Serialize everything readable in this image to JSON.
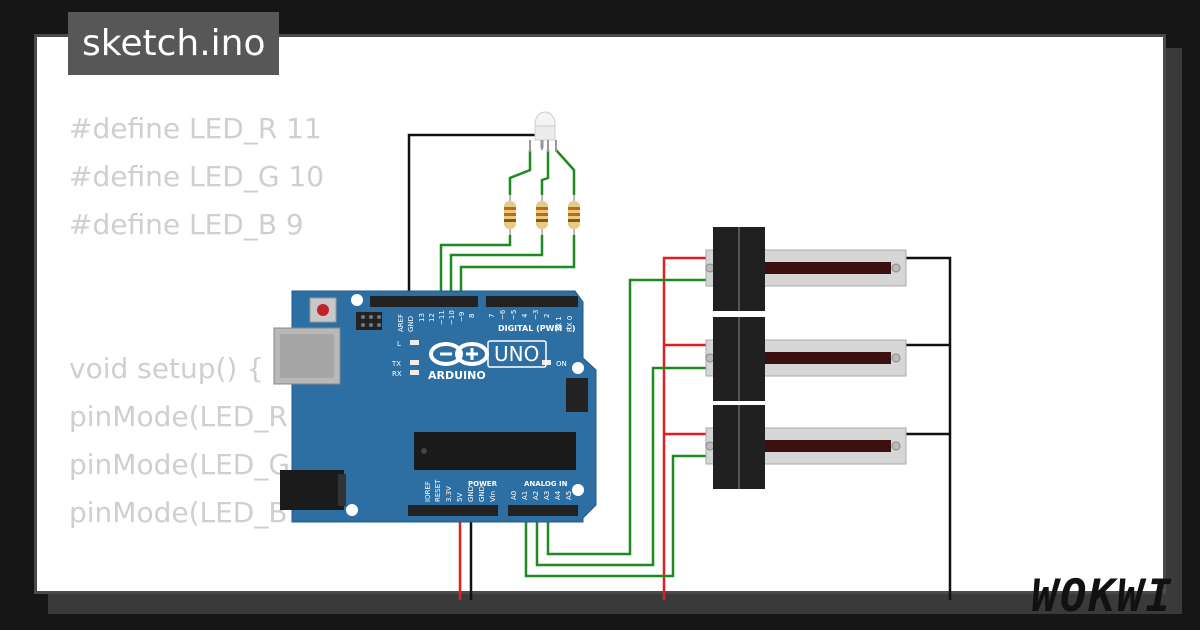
{
  "title": "sketch.ino",
  "code_lines": [
    "#define LED_R 11",
    "#define LED_G 10",
    "#define LED_B 9",
    "",
    "",
    "void setup() {",
    "pinMode(LED_R",
    "pinMode(LED_G",
    "pinMode(LED_B",
    "",
    "}"
  ],
  "board": {
    "brand": "ARDUINO",
    "model": "UNO",
    "digital_label": "DIGITAL (PWM ~)",
    "power_label": "POWER",
    "analog_label": "ANALOG IN",
    "header_top": [
      "AREF",
      "GND",
      "13",
      "12",
      "~11",
      "~10",
      "~9",
      "8",
      "7",
      "~6",
      "~5",
      "4",
      "~3",
      "2",
      "TX 1",
      "RX 0"
    ],
    "header_power": [
      "IOREF",
      "RESET",
      "3.3V",
      "5V",
      "GND",
      "GND",
      "Vin"
    ],
    "header_analog": [
      "A0",
      "A1",
      "A2",
      "A3",
      "A4",
      "A5"
    ],
    "led_labels": [
      "L",
      "TX",
      "RX",
      "ON"
    ]
  },
  "brand_logo": "WOKWI",
  "colors": {
    "board": "#2e6fa3",
    "wire_black": "#111111",
    "wire_red": "#e02020",
    "wire_green": "#1f8a1f"
  },
  "icons": [
    "reset-button-icon",
    "usb-port-icon",
    "power-jack-icon",
    "chip-icon",
    "rgb-led-icon",
    "resistor-icon",
    "slide-potentiometer-icon"
  ]
}
